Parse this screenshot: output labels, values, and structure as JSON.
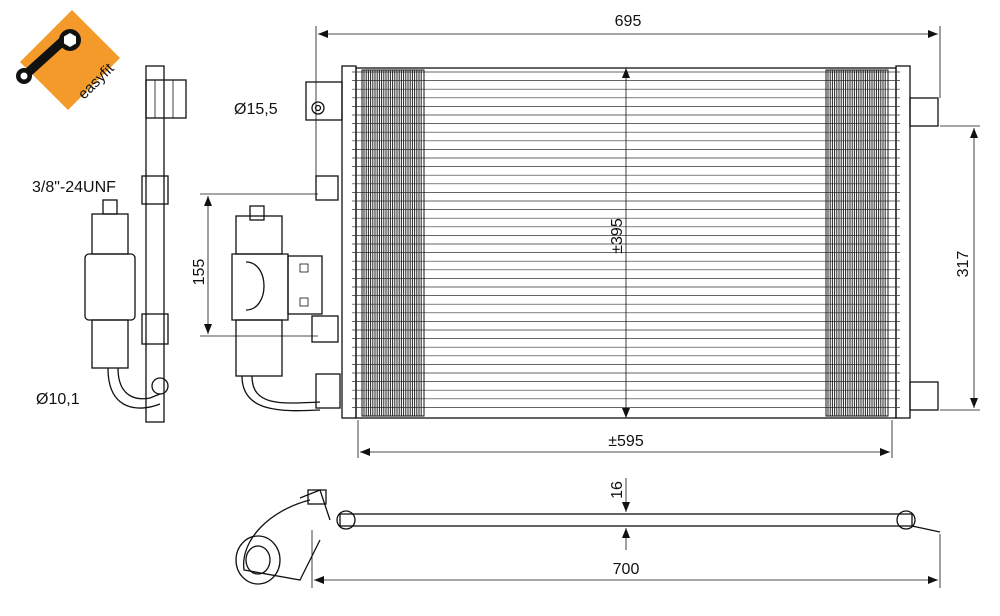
{
  "logo": {
    "text": "easyfit",
    "color": "#f39a2b"
  },
  "dimensions": {
    "width_total": "695",
    "height_core": "±395",
    "height_mount": "317",
    "width_core": "±595",
    "drier_height": "155",
    "port_diameter": "Ø15,5",
    "thread": "3/8\"-24UNF",
    "drier_diameter": "Ø10,1",
    "depth": "16",
    "length_total": "700"
  }
}
